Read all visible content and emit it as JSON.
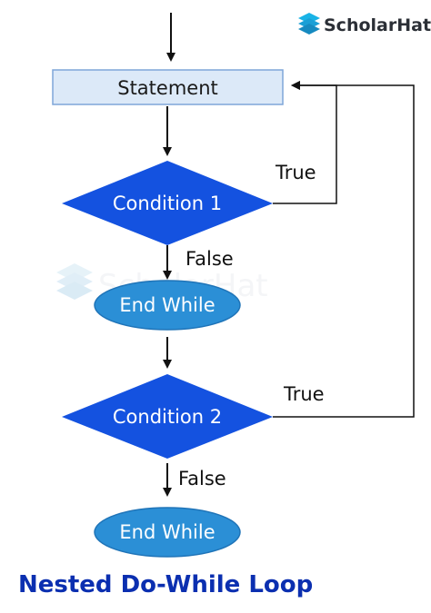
{
  "brand": {
    "name": "ScholarHat",
    "watermark": "ScholarHat"
  },
  "diagram": {
    "title": "Nested Do-While Loop",
    "nodes": {
      "statement": "Statement",
      "condition1": "Condition 1",
      "end_while1": "End While",
      "condition2": "Condition 2",
      "end_while2": "End While"
    },
    "edges": {
      "true1": "True",
      "false1": "False",
      "true2": "True",
      "false2": "False"
    }
  },
  "colors": {
    "statement_fill": "#dce9f8",
    "statement_stroke": "#7fa6d9",
    "condition_fill": "#1452e0",
    "end_fill": "#2b8fd6",
    "end_stroke": "#1f74b8",
    "title": "#0b2fb0",
    "brand_icon": "#1aa3d9"
  }
}
